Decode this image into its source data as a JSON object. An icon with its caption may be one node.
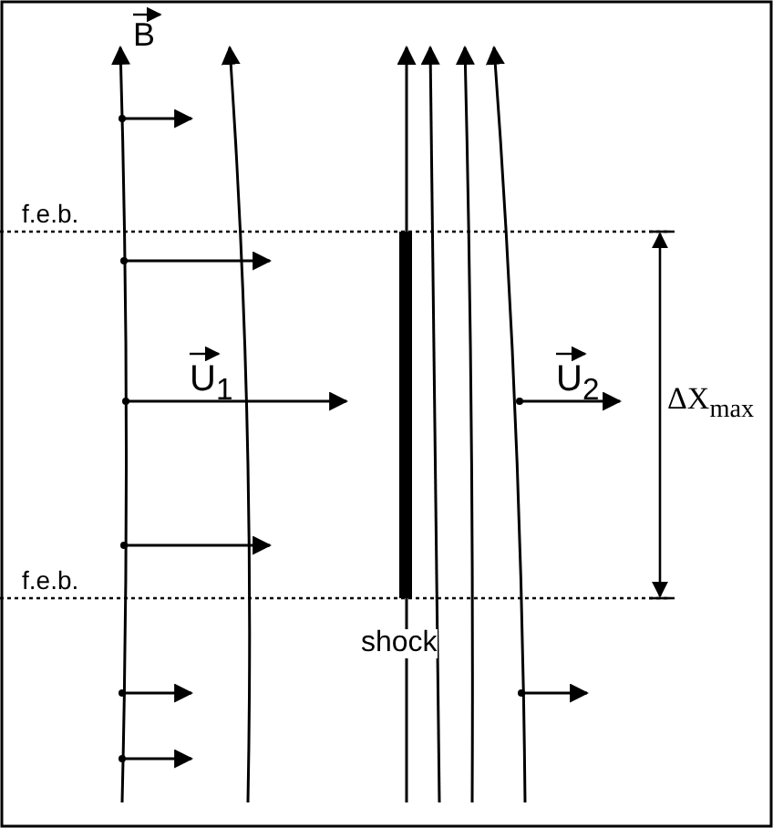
{
  "diagram": {
    "labels": [
      "B",
      "f.e.b.",
      "U$_{1}$",
      "U$_{2}$",
      "ΔX$_{max}$",
      "f.e.b.",
      "shock"
    ]
  }
}
